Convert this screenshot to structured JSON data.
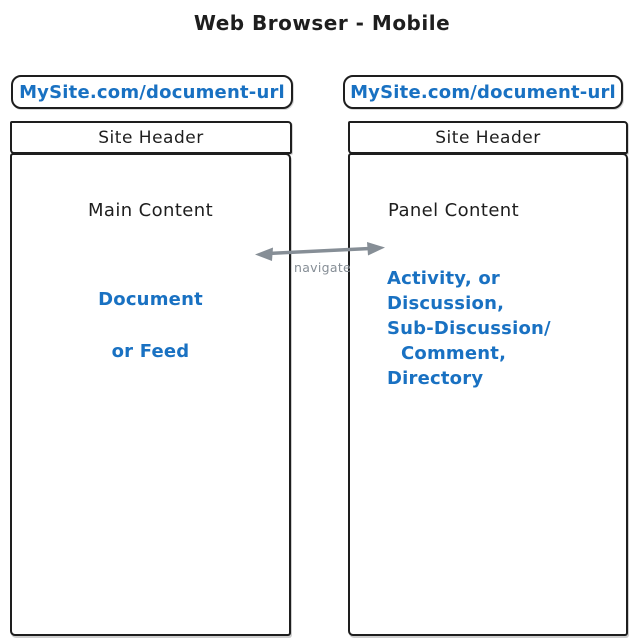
{
  "title": "Web Browser - Mobile",
  "colors": {
    "ink": "#1e1e1e",
    "link_blue": "#1971c2",
    "arrow_gray": "#868e96"
  },
  "left_browser": {
    "url": "MySite.com/document-url",
    "site_header": "Site Header",
    "content_title": "Main Content",
    "content_lines": [
      "Document",
      "or Feed"
    ]
  },
  "right_browser": {
    "url": "MySite.com/document-url",
    "site_header": "Site Header",
    "content_title": "Panel Content",
    "content_lines": [
      "Activity, or",
      "Discussion,",
      "Sub-Discussion/",
      "Comment,",
      "Directory"
    ]
  },
  "arrow": {
    "label": "navigate"
  }
}
